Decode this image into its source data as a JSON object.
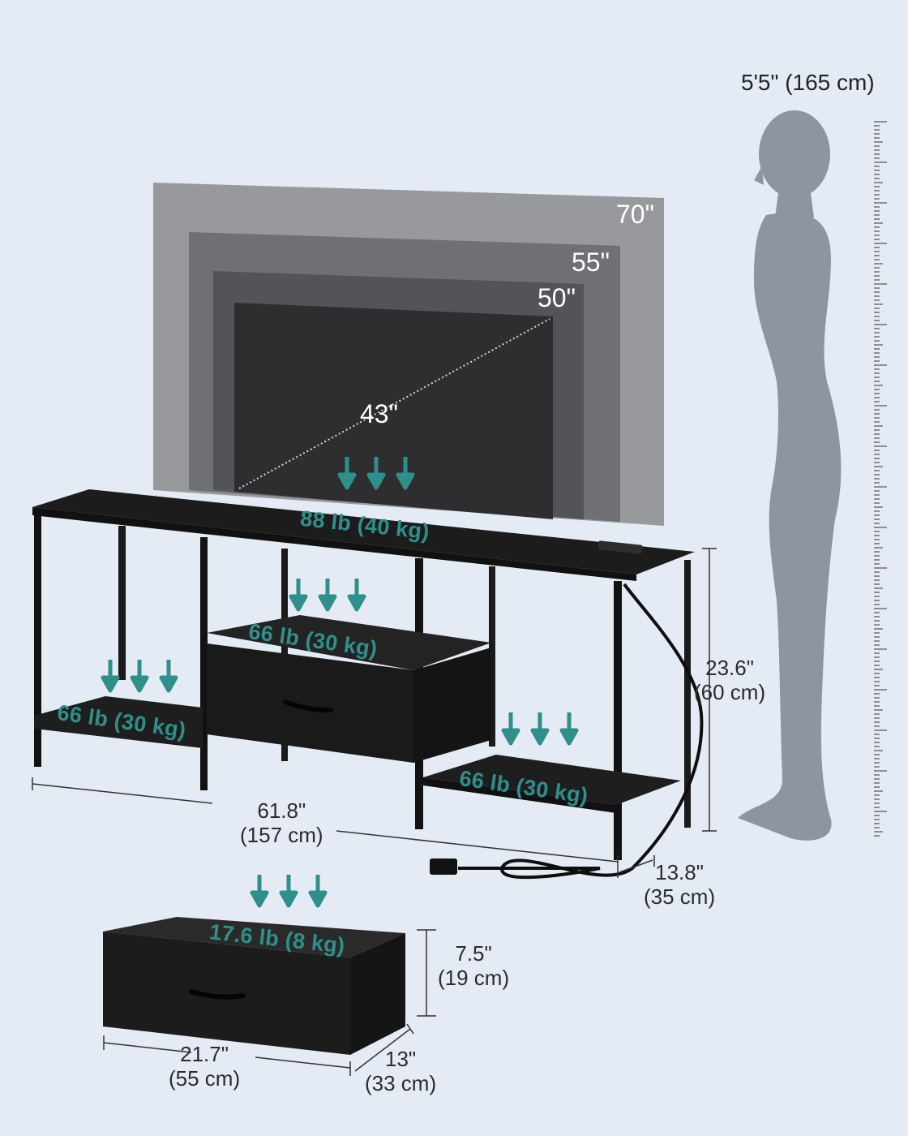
{
  "tv_sizes": [
    "70\"",
    "55\"",
    "50\"",
    "43\""
  ],
  "person_height": "5'5\" (165 cm)",
  "load_ratings": {
    "top": "88 lb (40 kg)",
    "drawer_shelf": "66 lb (30 kg)",
    "left_shelf": "66 lb (30 kg)",
    "right_shelf": "66 lb (30 kg)",
    "drawer": "17.6 lb (8 kg)"
  },
  "dimensions": {
    "height": {
      "in": "23.6\"",
      "cm": "(60 cm)"
    },
    "width": {
      "in": "61.8\"",
      "cm": "(157 cm)"
    },
    "depth": {
      "in": "13.8\"",
      "cm": "(35 cm)"
    },
    "drawer_height": {
      "in": "7.5\"",
      "cm": "(19 cm)"
    },
    "drawer_width": {
      "in": "21.7\"",
      "cm": "(55 cm)"
    },
    "drawer_depth": {
      "in": "13\"",
      "cm": "(33 cm)"
    }
  },
  "colors": {
    "background": "#e5ebf4",
    "load_arrow": "#2f8f8a",
    "furniture": "#1c1c1c",
    "silhouette": "#8f959e"
  }
}
